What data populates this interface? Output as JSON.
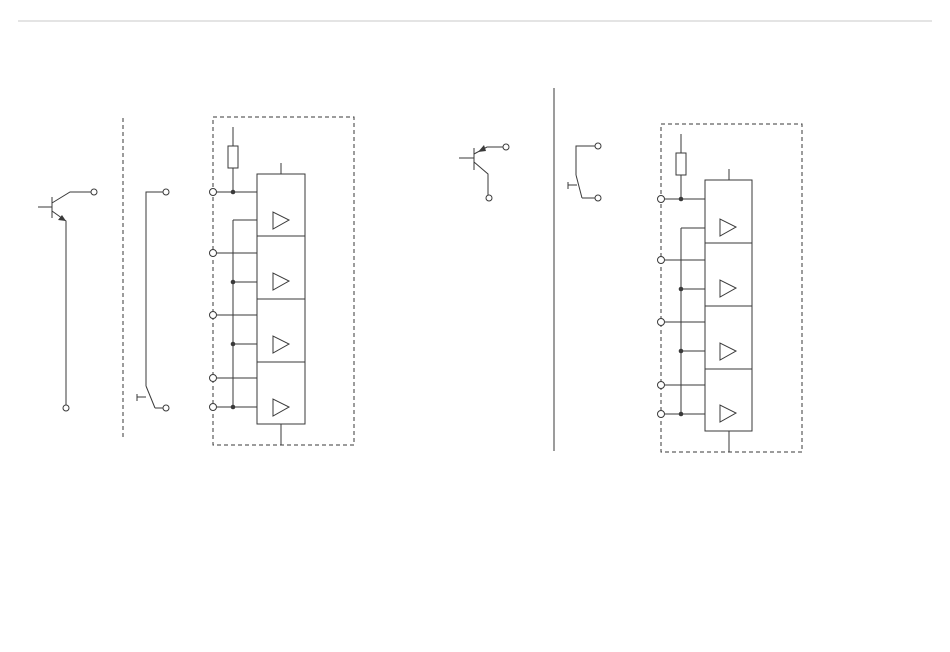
{
  "diagram": {
    "left_panel": {
      "input_sources": [
        "npn-transistor",
        "switch"
      ],
      "module": {
        "pullup": "resistor",
        "channels": 4
      }
    },
    "right_panel": {
      "input_sources": [
        "pnp-transistor",
        "switch"
      ],
      "module": {
        "pullup": "resistor",
        "channels": 4
      }
    },
    "colors": {
      "line": "#3a3a3a",
      "top_rule": "#c8c8c8",
      "background": "#ffffff"
    }
  }
}
